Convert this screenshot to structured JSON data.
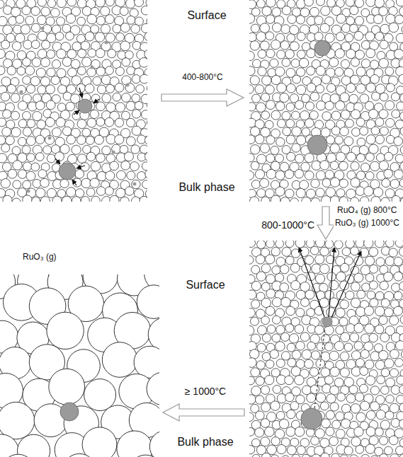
{
  "diagram": {
    "labels": [
      "Surface",
      "400-800°C",
      "Bulk phase",
      "800-1000°C",
      "RuO₄ (g) 800°C",
      "RuO₃ (g) 1000°C",
      "RuO₃ (g)",
      "Surface",
      "≥ 1000°C",
      "Bulk phase"
    ]
  }
}
